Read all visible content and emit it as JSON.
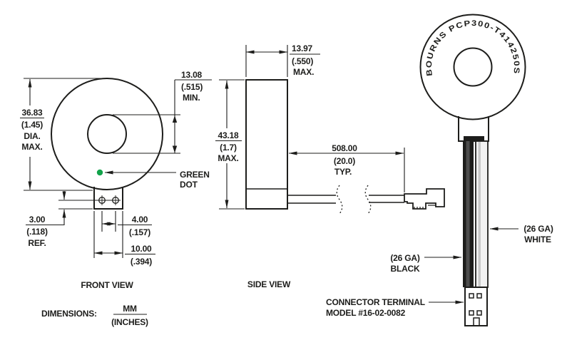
{
  "note": {
    "label": "DIMENSIONS:",
    "mm": "MM",
    "inches": "(INCHES)"
  },
  "front_view": {
    "label": "FRONT VIEW",
    "green_dot": {
      "line1": "GREEN",
      "line2": "DOT",
      "color": "#12a34b"
    },
    "dims": {
      "dia": {
        "mm": "36.83",
        "in": "(1.45)",
        "l3": "DIA.",
        "l4": "MAX."
      },
      "hole": {
        "mm": "13.08",
        "in": "(.515)",
        "l3": "MIN."
      },
      "ref": {
        "mm": "3.00",
        "in": "(.118)",
        "l3": "REF."
      },
      "pins": {
        "mm": "4.00",
        "in": "(.157)"
      },
      "tab": {
        "mm": "10.00",
        "in": "(.394)"
      }
    }
  },
  "side_view": {
    "label": "SIDE VIEW",
    "dims": {
      "width": {
        "mm": "13.97",
        "in": "(.550)",
        "l3": "MAX."
      },
      "height": {
        "mm": "43.18",
        "in": "(1.7)",
        "l3": "MAX."
      },
      "lead": {
        "mm": "508.00",
        "in": "(20.0)",
        "l3": "TYP."
      }
    }
  },
  "rear_view": {
    "marking": "BOURNS PCP300-T414250S",
    "body_fill": "#e6e6e6",
    "white_wire": {
      "line1": "(26 GA)",
      "line2": "WHITE"
    },
    "black_wire": {
      "line1": "(26 GA)",
      "line2": "BLACK"
    },
    "connector": {
      "line1": "CONNECTOR TERMINAL",
      "line2": "MODEL #16-02-0082"
    }
  },
  "colors": {
    "line": "#1d1d1b",
    "green_dot": "#12a34b",
    "body_gray": "#e6e6e6"
  }
}
